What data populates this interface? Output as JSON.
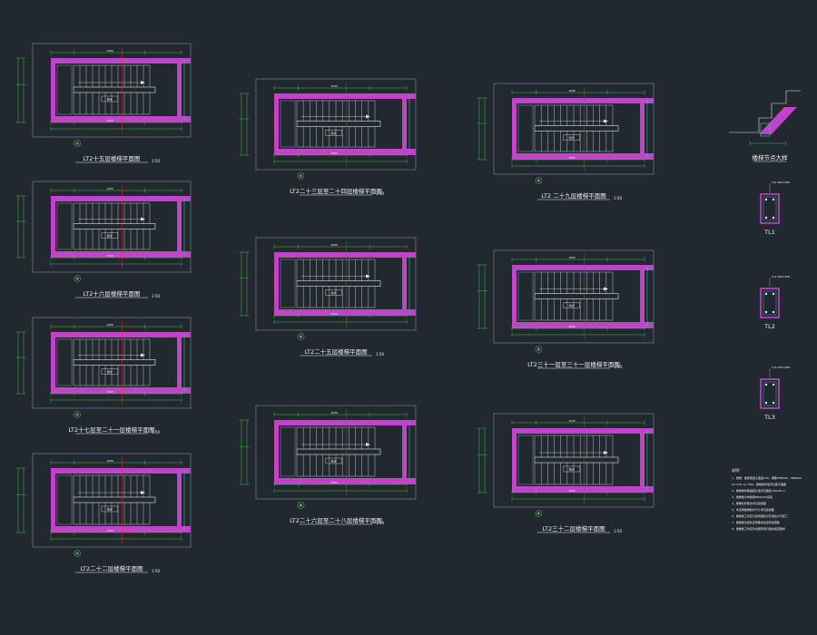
{
  "colors": {
    "background": "#212830",
    "wall": "#c043c8",
    "dimension": "#3fbf3f",
    "stair": "#e6e6e6",
    "axis_red": "#e03030",
    "cyan": "#3fc8c8",
    "text": "#f2f2f2",
    "outline": "#9aa0a6"
  },
  "plans": [
    {
      "id": "p1",
      "title": "LT2十五层楼梯平面图",
      "scale": "1:50",
      "grid": "⑤",
      "dim_top": "2600",
      "dim_bottom": "2600",
      "label": "踏步"
    },
    {
      "id": "p2",
      "title": "LT2十六层楼梯平面图",
      "scale": "1:50",
      "grid": "⑤",
      "dim_top": "2600",
      "dim_bottom": "2600",
      "label": "踏步"
    },
    {
      "id": "p3",
      "title": "LT2十七层至二十一层楼梯平面图",
      "scale": "1:50",
      "grid": "⑤",
      "dim_top": "2600",
      "dim_bottom": "2600",
      "label": "踏步"
    },
    {
      "id": "p4",
      "title": "LT2二十二层楼梯平面图",
      "scale": "1:50",
      "grid": "⑤",
      "dim_top": "2600",
      "dim_bottom": "2600",
      "label": "踏步"
    },
    {
      "id": "p5",
      "title": "LT2二十三层至二十四层楼梯平面图",
      "scale": "1:50",
      "grid": "⑤",
      "dim_top": "2600",
      "dim_bottom": "2600",
      "label": "踏步"
    },
    {
      "id": "p6",
      "title": "LT2二十五层楼梯平面图",
      "scale": "1:50",
      "grid": "⑤",
      "dim_top": "2600",
      "dim_bottom": "2600",
      "label": "踏步"
    },
    {
      "id": "p7",
      "title": "LT2二十六层至二十八层楼梯平面图",
      "scale": "1:50",
      "grid": "⑤",
      "dim_top": "2600",
      "dim_bottom": "2600",
      "label": "踏步"
    },
    {
      "id": "p8",
      "title": "LT2 二十九层楼梯平面图",
      "scale": "1:50",
      "grid": "⑤",
      "dim_top": "2600",
      "dim_bottom": "2600",
      "label": "踏步"
    },
    {
      "id": "p9",
      "title": "LT2三十一层至三十一层楼梯平面图",
      "scale": "1:50",
      "grid": "⑤",
      "dim_top": "2600",
      "dim_bottom": "2600",
      "label": "踏步"
    },
    {
      "id": "p10",
      "title": "LT2三十二层楼梯平面图",
      "scale": "1:50",
      "grid": "⑤",
      "dim_top": "2600",
      "dim_bottom": "2600",
      "label": "踏步"
    }
  ],
  "details": {
    "detail_title": "楼梯节点大样",
    "beams": [
      {
        "label": "TL1",
        "note": "TL1 200×400"
      },
      {
        "label": "TL2",
        "note": "TL2 200×400"
      },
      {
        "label": "TL3",
        "note": "TL3 200×400"
      }
    ]
  },
  "notes": {
    "heading": "说明：",
    "lines": [
      "1、楼梯：楼梯混凝土强度C30，钢筋HPB300、HRB400",
      "   fy=270, fy=360，楼梯板厚度详见各平面图",
      "2、楼梯梁纵筋锚固长度详见图集16G101-2",
      "3、楼梯板分布筋按Φ8@200设置",
      "4、楼梯栏杆做法详见建施图",
      "5、未注明楼梯踏步尺寸详见建施图",
      "6、楼梯施工时应与建筑图核对无误后方可施工",
      "7、楼梯梁支座处应按要求设置附加钢筋",
      "8、楼梯施工时应符合国家现行相关规范要求"
    ]
  }
}
